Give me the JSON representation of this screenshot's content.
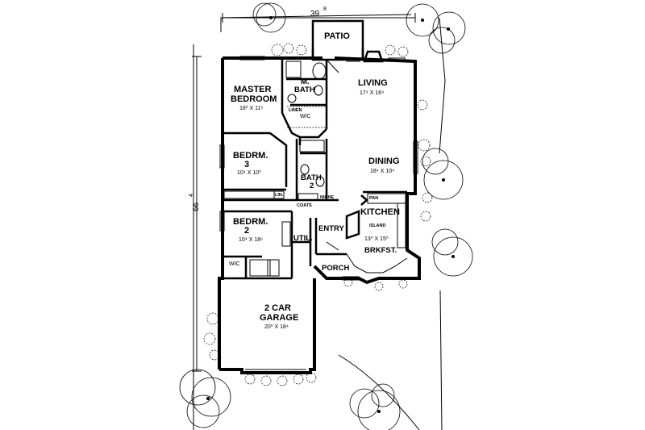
{
  "overall_width": "39",
  "overall_width_inches": "8",
  "overall_depth": "66",
  "overall_depth_inches": "4",
  "rooms": {
    "patio": {
      "name": "PATIO"
    },
    "master_bedroom": {
      "name_line1": "MASTER",
      "name_line2": "BEDROOM",
      "dims": "18⁰ X 11⁶"
    },
    "master_bath": {
      "name_line1": "M.",
      "name_line2": "BATH"
    },
    "linen": {
      "name": "LINEN"
    },
    "wic_master": {
      "name": "WIC"
    },
    "living": {
      "name": "LIVING",
      "dims": "17⁴ X 16⁴"
    },
    "bedroom3": {
      "name_line1": "BEDRM.",
      "name_line2": "3",
      "dims": "10⁴ X 10⁰"
    },
    "bath2": {
      "name_line1": "BATH",
      "name_line2": "2"
    },
    "dining": {
      "name": "DINING",
      "dims": "18⁴ X 10⁴"
    },
    "lin": {
      "name": "LIN."
    },
    "niche": {
      "name": "NICHE"
    },
    "coats": {
      "name": "COATS"
    },
    "pantry": {
      "name": "PAN"
    },
    "kitchen": {
      "name": "KITCHEN"
    },
    "island": {
      "name": "ISLAND"
    },
    "bedroom2": {
      "name_line1": "BEDRM.",
      "name_line2": "2",
      "dims": "10⁴ X 18⁶"
    },
    "utility": {
      "name": "UTIL."
    },
    "entry": {
      "name": "ENTRY"
    },
    "breakfast": {
      "name": "BRKFST.",
      "dims": "13⁰ X 15⁰"
    },
    "wic_bed2": {
      "name": "WIC"
    },
    "porch": {
      "name": "PORCH"
    },
    "garage": {
      "name_line1": "2 CAR",
      "name_line2": "GARAGE",
      "dims": "20⁰ X 18⁴"
    }
  }
}
